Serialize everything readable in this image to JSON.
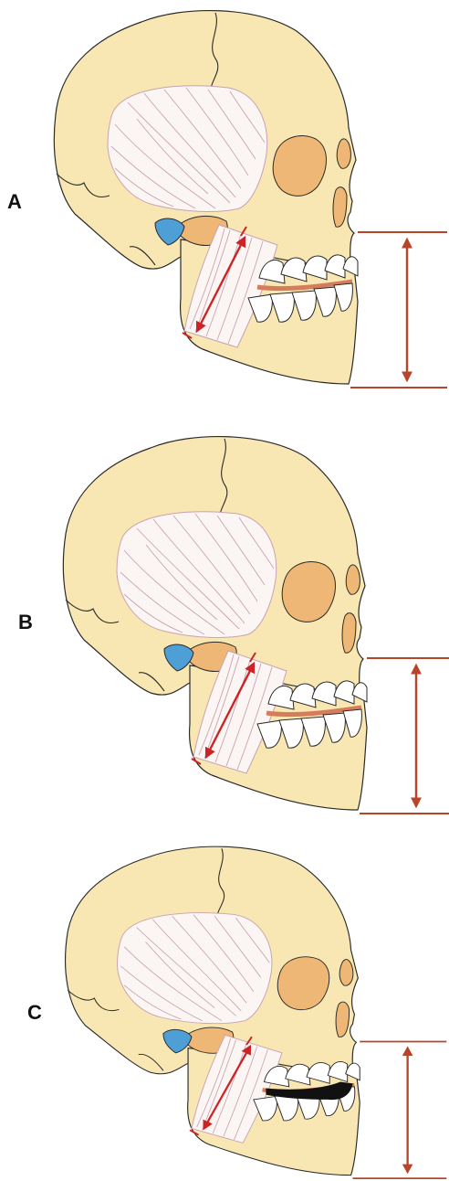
{
  "panels": [
    {
      "label": "A",
      "variant": "normal"
    },
    {
      "label": "B",
      "variant": "normal"
    },
    {
      "label": "C",
      "variant": "reduced-height"
    }
  ],
  "colors": {
    "bone": "#f8e7b2",
    "orbit": "#eeb775",
    "temporalis_muscle": "#fbf6f3",
    "muscle_fibers": "#c9a2b4",
    "condyle_disc": "#4e9fd6",
    "occlusal_line": "#d57c5c",
    "measure_arrow": "#b8442a",
    "muscle_arrow": "#cc2426",
    "black_gap": "#111111"
  },
  "icons": [
    "skull-lateral-icon",
    "vertical-dimension-arrow-icon",
    "masseter-length-arrow-icon"
  ]
}
